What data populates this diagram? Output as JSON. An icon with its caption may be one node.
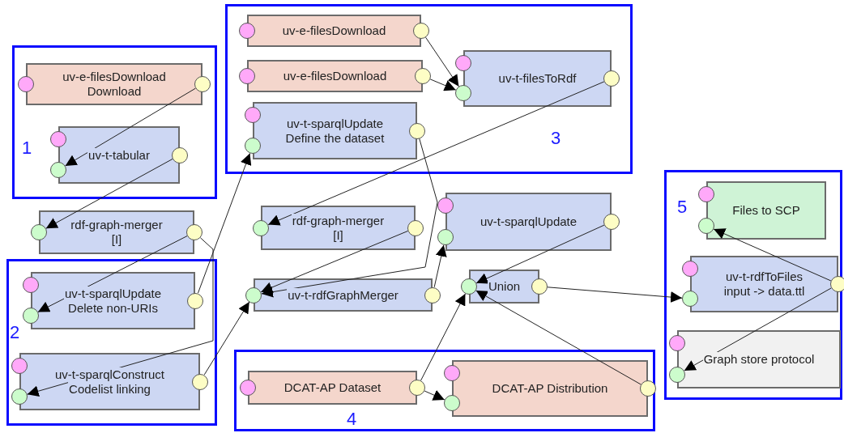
{
  "diagram": {
    "nodes": [
      {
        "text": [
          "1"
        ]
      },
      {
        "text": [
          "uv-e-filesDownload",
          "Download"
        ],
        "in": 0
      },
      {
        "text": [
          "uv-t-tabular"
        ],
        "in": 0
      },
      {
        "text": [
          "3"
        ]
      },
      {
        "text": [
          "uv-e-filesDownload"
        ],
        "in": 3
      },
      {
        "text": [
          "uv-e-filesDownload"
        ],
        "in": 3
      },
      {
        "text": [
          "uv-t-filesToRdf"
        ],
        "in": 3
      },
      {
        "text": [
          "uv-t-sparqlUpdate",
          "Define the dataset"
        ],
        "in": 3
      },
      {
        "text": [
          "rdf-graph-merger",
          "[I]"
        ]
      },
      {
        "text": [
          "2"
        ]
      },
      {
        "text": [
          "uv-t-sparqlUpdate",
          "Delete non-URIs"
        ],
        "in": 9
      },
      {
        "text": [
          "uv-t-sparqlConstruct",
          "Codelist linking"
        ],
        "in": 9
      },
      {
        "text": [
          "rdf-graph-merger",
          "[I]"
        ]
      },
      {
        "text": [
          "uv-t-sparqlUpdate"
        ]
      },
      {
        "text": [
          "uv-t-rdfGraphMerger"
        ]
      },
      {
        "text": [
          "Union"
        ]
      },
      {
        "text": [
          "5"
        ]
      },
      {
        "text": [
          "Files to SCP"
        ],
        "in": 16
      },
      {
        "text": [
          "uv-t-rdfToFiles",
          "input -> data.ttl"
        ],
        "in": 16
      },
      {
        "text": [
          "Graph store protocol"
        ],
        "in": 16
      },
      {
        "text": [
          "4"
        ]
      },
      {
        "text": [
          "DCAT-AP Dataset"
        ],
        "in": 20
      },
      {
        "text": [
          "DCAT-AP Distribution"
        ],
        "in": 20
      }
    ],
    "edges": [
      {
        "from": 1,
        "to": 2,
        "arrow": "to"
      },
      {
        "from": 2,
        "to": 8,
        "arrow": "to"
      },
      {
        "from": 8,
        "to": 10,
        "arrow": "to"
      },
      {
        "from": 8,
        "to": 11,
        "arrow": "to"
      },
      {
        "from": 10,
        "to": 7,
        "arrow": "to"
      },
      {
        "from": 11,
        "to": 14,
        "arrow": "to"
      },
      {
        "from": 4,
        "to": 6,
        "arrow": "to"
      },
      {
        "from": 5,
        "to": 6,
        "arrow": "to"
      },
      {
        "from": 6,
        "to": 12,
        "arrow": "to"
      },
      {
        "from": 7,
        "to": 14,
        "arrow": "to"
      },
      {
        "from": 12,
        "to": 14,
        "arrow": "to"
      },
      {
        "from": 14,
        "to": 13,
        "arrow": "to"
      },
      {
        "from": 13,
        "to": 15,
        "arrow": "to"
      },
      {
        "from": 21,
        "to": 15,
        "arrow": "to"
      },
      {
        "from": 21,
        "to": 22,
        "arrow": "to"
      },
      {
        "from": 22,
        "to": 15,
        "arrow": "to"
      },
      {
        "from": 15,
        "to": 18,
        "arrow": "to"
      },
      {
        "from": 18,
        "to": 17,
        "arrow": "to"
      },
      {
        "from": 18,
        "to": 19,
        "arrow": "to"
      }
    ]
  }
}
